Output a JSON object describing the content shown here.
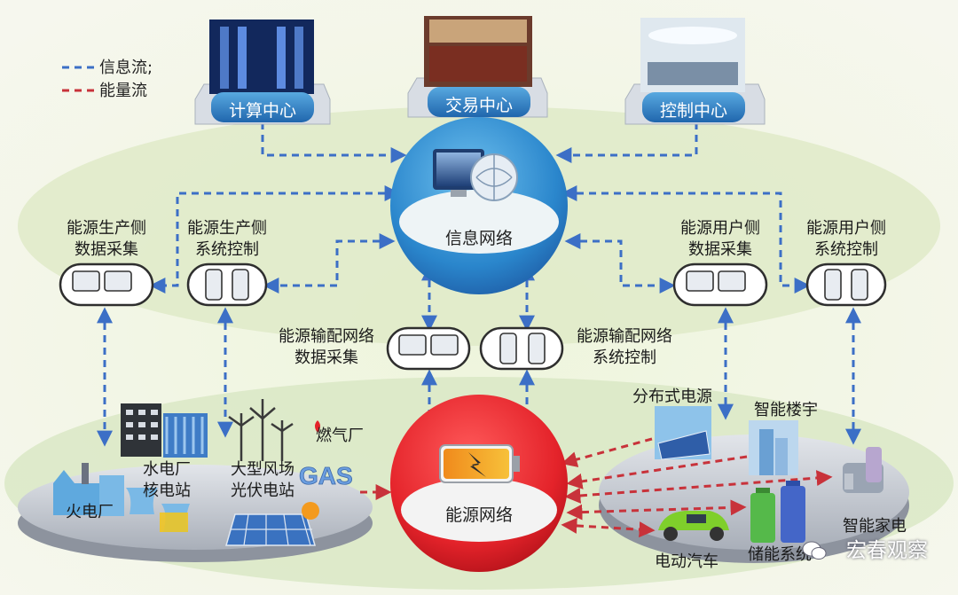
{
  "legend": {
    "info_flow": "信息流;",
    "energy_flow": "能量流",
    "info_color": "#3c6fc6",
    "energy_color": "#c8323a"
  },
  "centers": {
    "compute": "计算中心",
    "trading": "交易中心",
    "control": "控制中心"
  },
  "hubs": {
    "info_network": "信息网络",
    "energy_network": "能源网络"
  },
  "nodes": {
    "prod_data": [
      "能源生产侧",
      "数据采集"
    ],
    "prod_ctrl": [
      "能源生产侧",
      "系统控制"
    ],
    "user_data": [
      "能源用户侧",
      "数据采集"
    ],
    "user_ctrl": [
      "能源用户侧",
      "系统控制"
    ],
    "trans_data": [
      "能源输配网络",
      "数据采集"
    ],
    "trans_ctrl": [
      "能源输配网络",
      "系统控制"
    ]
  },
  "generation": {
    "thermal": "火电厂",
    "hydro_nuclear": [
      "水电厂",
      "核电站"
    ],
    "wind_pv": [
      "大型风场",
      "光伏电站"
    ],
    "gas": "燃气厂",
    "gas_logo": "GAS"
  },
  "consumption": {
    "distributed": "分布式电源",
    "building": "智能楼宇",
    "appliance": "智能家电",
    "ev": "电动汽车",
    "storage": "储能系统"
  },
  "watermark": "宏春观察",
  "colors": {
    "ellipse_top": "#dce9c6",
    "info_hub": "#2f8fd3",
    "energy_hub": "#e4232a",
    "platform": "#cfd3da",
    "center_badge": "#2e86c8"
  }
}
